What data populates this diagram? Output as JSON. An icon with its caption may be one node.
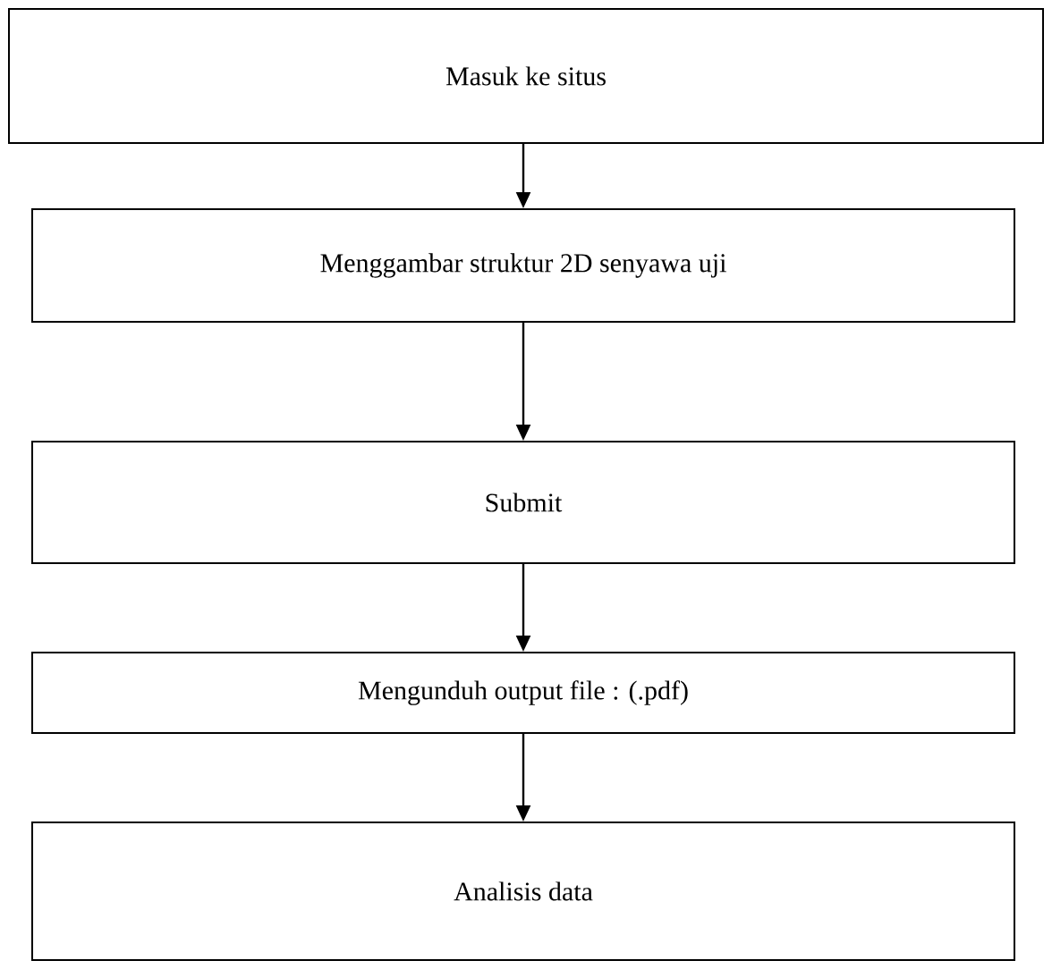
{
  "diagram": {
    "nodes": [
      {
        "text": [
          "Masuk ke situs"
        ]
      },
      {
        "text": [
          "Menggambar struktur 2D senyawa uji"
        ]
      },
      {
        "text": [
          "Submit"
        ]
      },
      {
        "text": [
          "Mengunduh output file : (.pdf)"
        ]
      },
      {
        "text": [
          "Analisis data"
        ]
      }
    ],
    "edges": [
      {
        "from": 0,
        "to": 1,
        "arrow": "to"
      },
      {
        "from": 1,
        "to": 2,
        "arrow": "to"
      },
      {
        "from": 2,
        "to": 3,
        "arrow": "to"
      },
      {
        "from": 3,
        "to": 4,
        "arrow": "to"
      }
    ]
  }
}
